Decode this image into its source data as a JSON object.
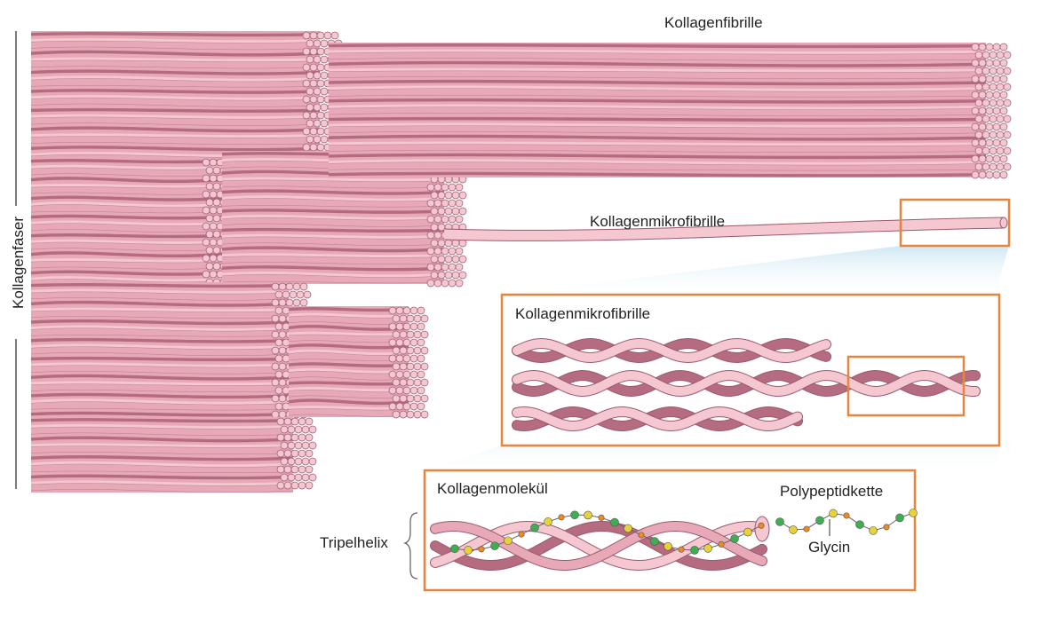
{
  "labels": {
    "kollagenfaser": "Kollagenfaser",
    "kollagenfibrille": "Kollagenfibrille",
    "kollagenmikrofibrille_top": "Kollagenmikrofibrille",
    "kollagenmikrofibrille_box": "Kollagenmikrofibrille",
    "kollagenmolekuel": "Kollagenmolekül",
    "polypeptidkette": "Polypeptidkette",
    "glycin": "Glycin",
    "tripelhelix": "Tripelhelix"
  },
  "colors": {
    "strand_light": "#f4c7d1",
    "strand_mid": "#e7a9b8",
    "strand_dark": "#b56b80",
    "outline": "#9b5a6c",
    "frame": "#e8853a",
    "glow": "#d7ecf6",
    "bead_green": "#3fae52",
    "bead_yellow": "#e8d23a",
    "bead_orange": "#f08a1e"
  }
}
